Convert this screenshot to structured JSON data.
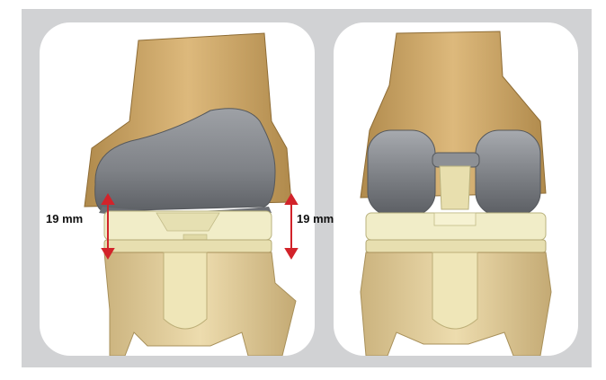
{
  "measurements": {
    "left_gap": "19 mm",
    "right_gap": "19 mm"
  },
  "colors": {
    "background": "#d1d2d4",
    "panel": "#ffffff",
    "bone": "#d6b274",
    "bone_dark": "#a98347",
    "tibia_bone": "#e4d1a0",
    "metal": "#8a8d92",
    "metal_light": "#b7babe",
    "insert": "#f0ebc4",
    "arrow": "#d2232a"
  },
  "icons": {
    "left_figure": "knee-implant-front-view",
    "right_figure": "knee-implant-rear-view",
    "arrows": "double-headed-arrow"
  }
}
